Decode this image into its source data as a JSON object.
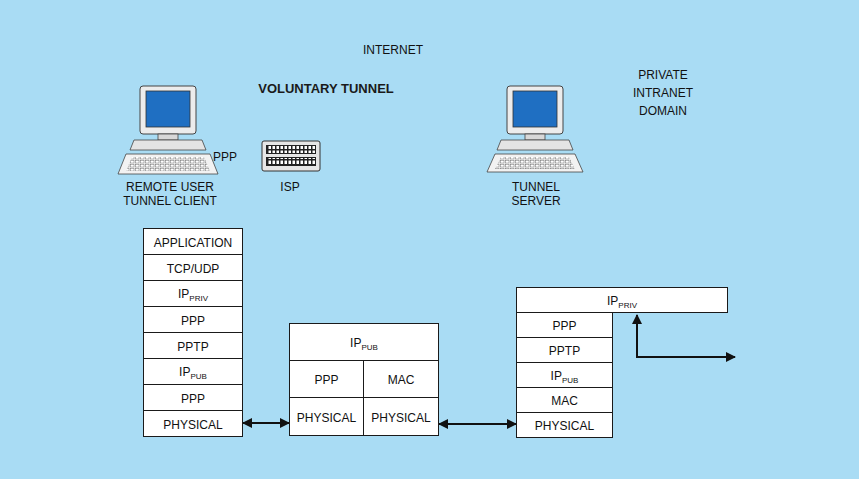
{
  "diagram": {
    "nodes": [
      {
        "text": [
          "INTERNET"
        ]
      },
      {
        "text": [
          "VOLUNTARY TUNNEL"
        ]
      },
      {
        "text": [
          "PPP"
        ]
      },
      {
        "text": [
          "PRIVATE INTRANET DOMAIN"
        ]
      },
      {
        "text": [
          "APPLICATION"
        ]
      },
      {
        "text": [
          "TCP/UDP"
        ]
      },
      {
        "text": [
          "IP",
          "PRIV"
        ]
      },
      {
        "text": [
          "PPP"
        ]
      },
      {
        "text": [
          "PPTP"
        ]
      },
      {
        "text": [
          "IP",
          "PUB"
        ]
      },
      {
        "text": [
          "PPP"
        ]
      },
      {
        "text": [
          "PHYSICAL"
        ]
      },
      {
        "text": [
          "IP",
          "PUB"
        ]
      },
      {
        "text": [
          "PPP"
        ]
      },
      {
        "text": [
          "MAC"
        ]
      },
      {
        "text": [
          "PHYSICAL"
        ]
      },
      {
        "text": [
          "PHYSICAL"
        ]
      },
      {
        "text": [
          "IP",
          "PRIV"
        ]
      },
      {
        "text": [
          "PPP"
        ]
      },
      {
        "text": [
          "PPTP"
        ]
      },
      {
        "text": [
          "IP",
          "PUB"
        ]
      },
      {
        "text": [
          "MAC"
        ]
      },
      {
        "text": [
          "PHYSICAL"
        ]
      }
    ],
    "edges": [
      {
        "from": 11,
        "to": 15,
        "arrow": "both"
      },
      {
        "from": 16,
        "to": 22,
        "arrow": "both"
      }
    ],
    "labels": [
      "REMOTE USER TUNNEL CLIENT",
      "ISP",
      "TUNNEL SERVER"
    ]
  }
}
